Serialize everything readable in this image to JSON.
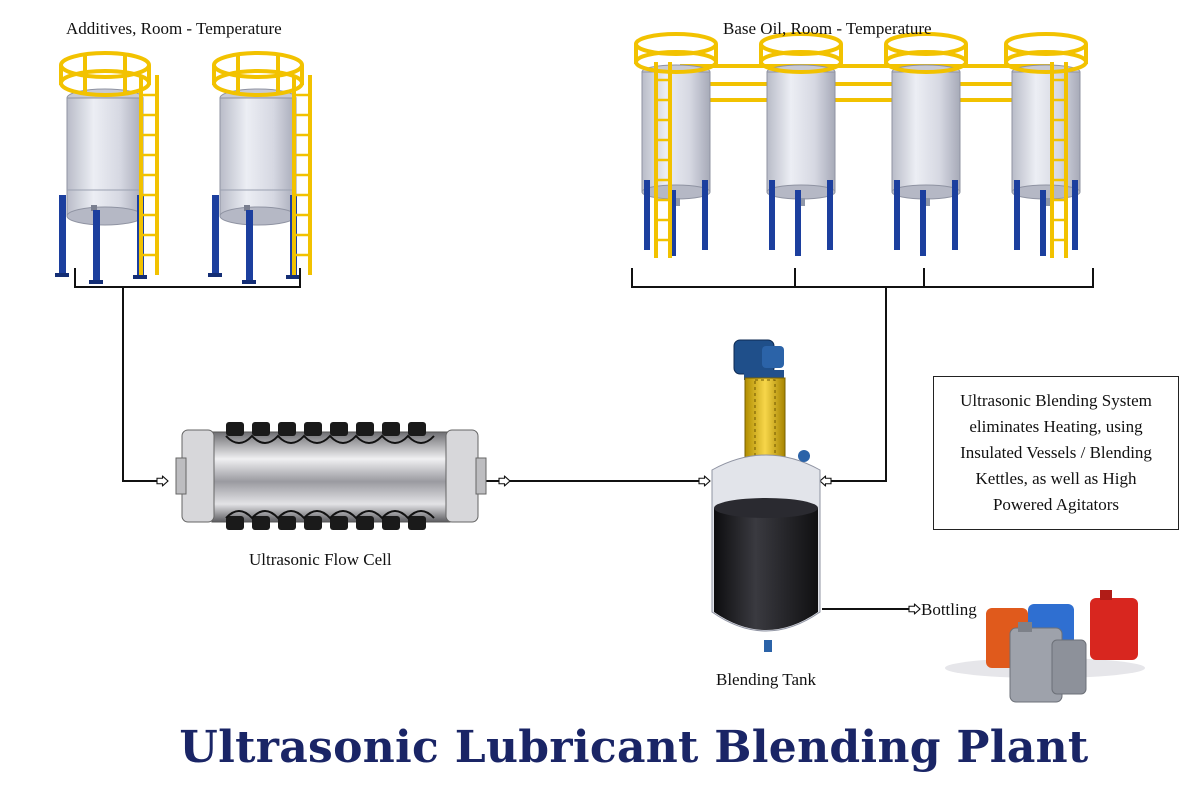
{
  "labels": {
    "additives": "Additives, Room - Temperature",
    "base_oil": "Base Oil, Room - Temperature",
    "flow_cell": "Ultrasonic Flow Cell",
    "blending_tank": "Blending Tank",
    "bottling": "Bottling"
  },
  "note": {
    "lines": [
      "Ultrasonic Blending System",
      "eliminates Heating, using",
      "Insulated Vessels / Blending",
      "Kettles, as well as High",
      "Powered Agitators"
    ]
  },
  "title": "Ultrasonic Lubricant Blending Plant",
  "colors": {
    "title": "#1a2566",
    "railing": "#f2c200",
    "tank_body": "#d9dbe4",
    "legs": "#1c3f9e",
    "blend_tank": "#1b1b1d",
    "motor": "#1f4f8a"
  }
}
